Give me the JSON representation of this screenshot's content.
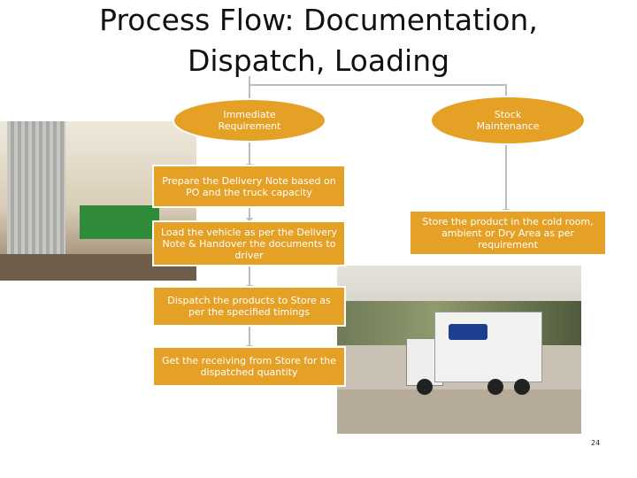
{
  "slide": {
    "title_line1": "Process Flow: Documentation,",
    "title_line2": "Dispatch, Loading",
    "page_number": "24"
  },
  "nodes": {
    "immediate_requirement": "Immediate Requirement",
    "stock_maintenance": "Stock Maintenance",
    "prepare_delivery_note": "Prepare the Delivery Note based on PO and the truck capacity",
    "load_vehicle": "Load the vehicle as per the Delivery Note & Handover the documents to driver",
    "store_product": "Store the product in the cold room, ambient or Dry Area as per requirement",
    "dispatch_products": "Dispatch the products to Store as per the specified timings",
    "get_receiving": "Get the receiving from Store for the dispatched quantity"
  },
  "colors": {
    "node_fill": "#e5a026",
    "connector": "#bdbdbd"
  }
}
